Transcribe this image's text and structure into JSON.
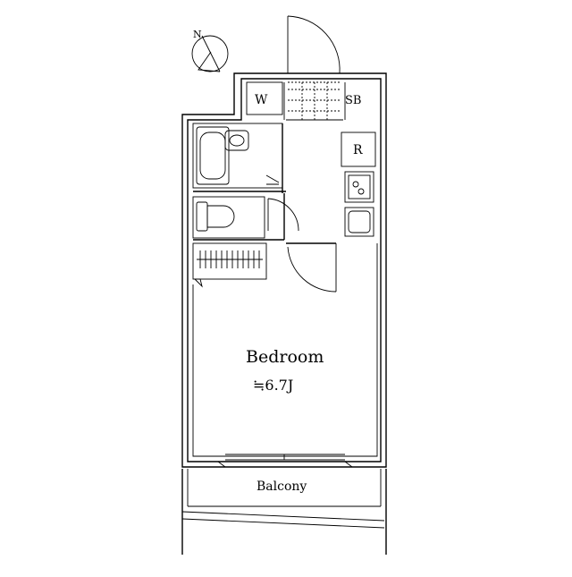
{
  "compass": {
    "label": "N"
  },
  "labels": {
    "washer": "W",
    "shoe_box": "SB",
    "refrigerator": "R",
    "bedroom": "Bedroom",
    "bedroom_size": "≒6.7J",
    "balcony": "Balcony"
  }
}
